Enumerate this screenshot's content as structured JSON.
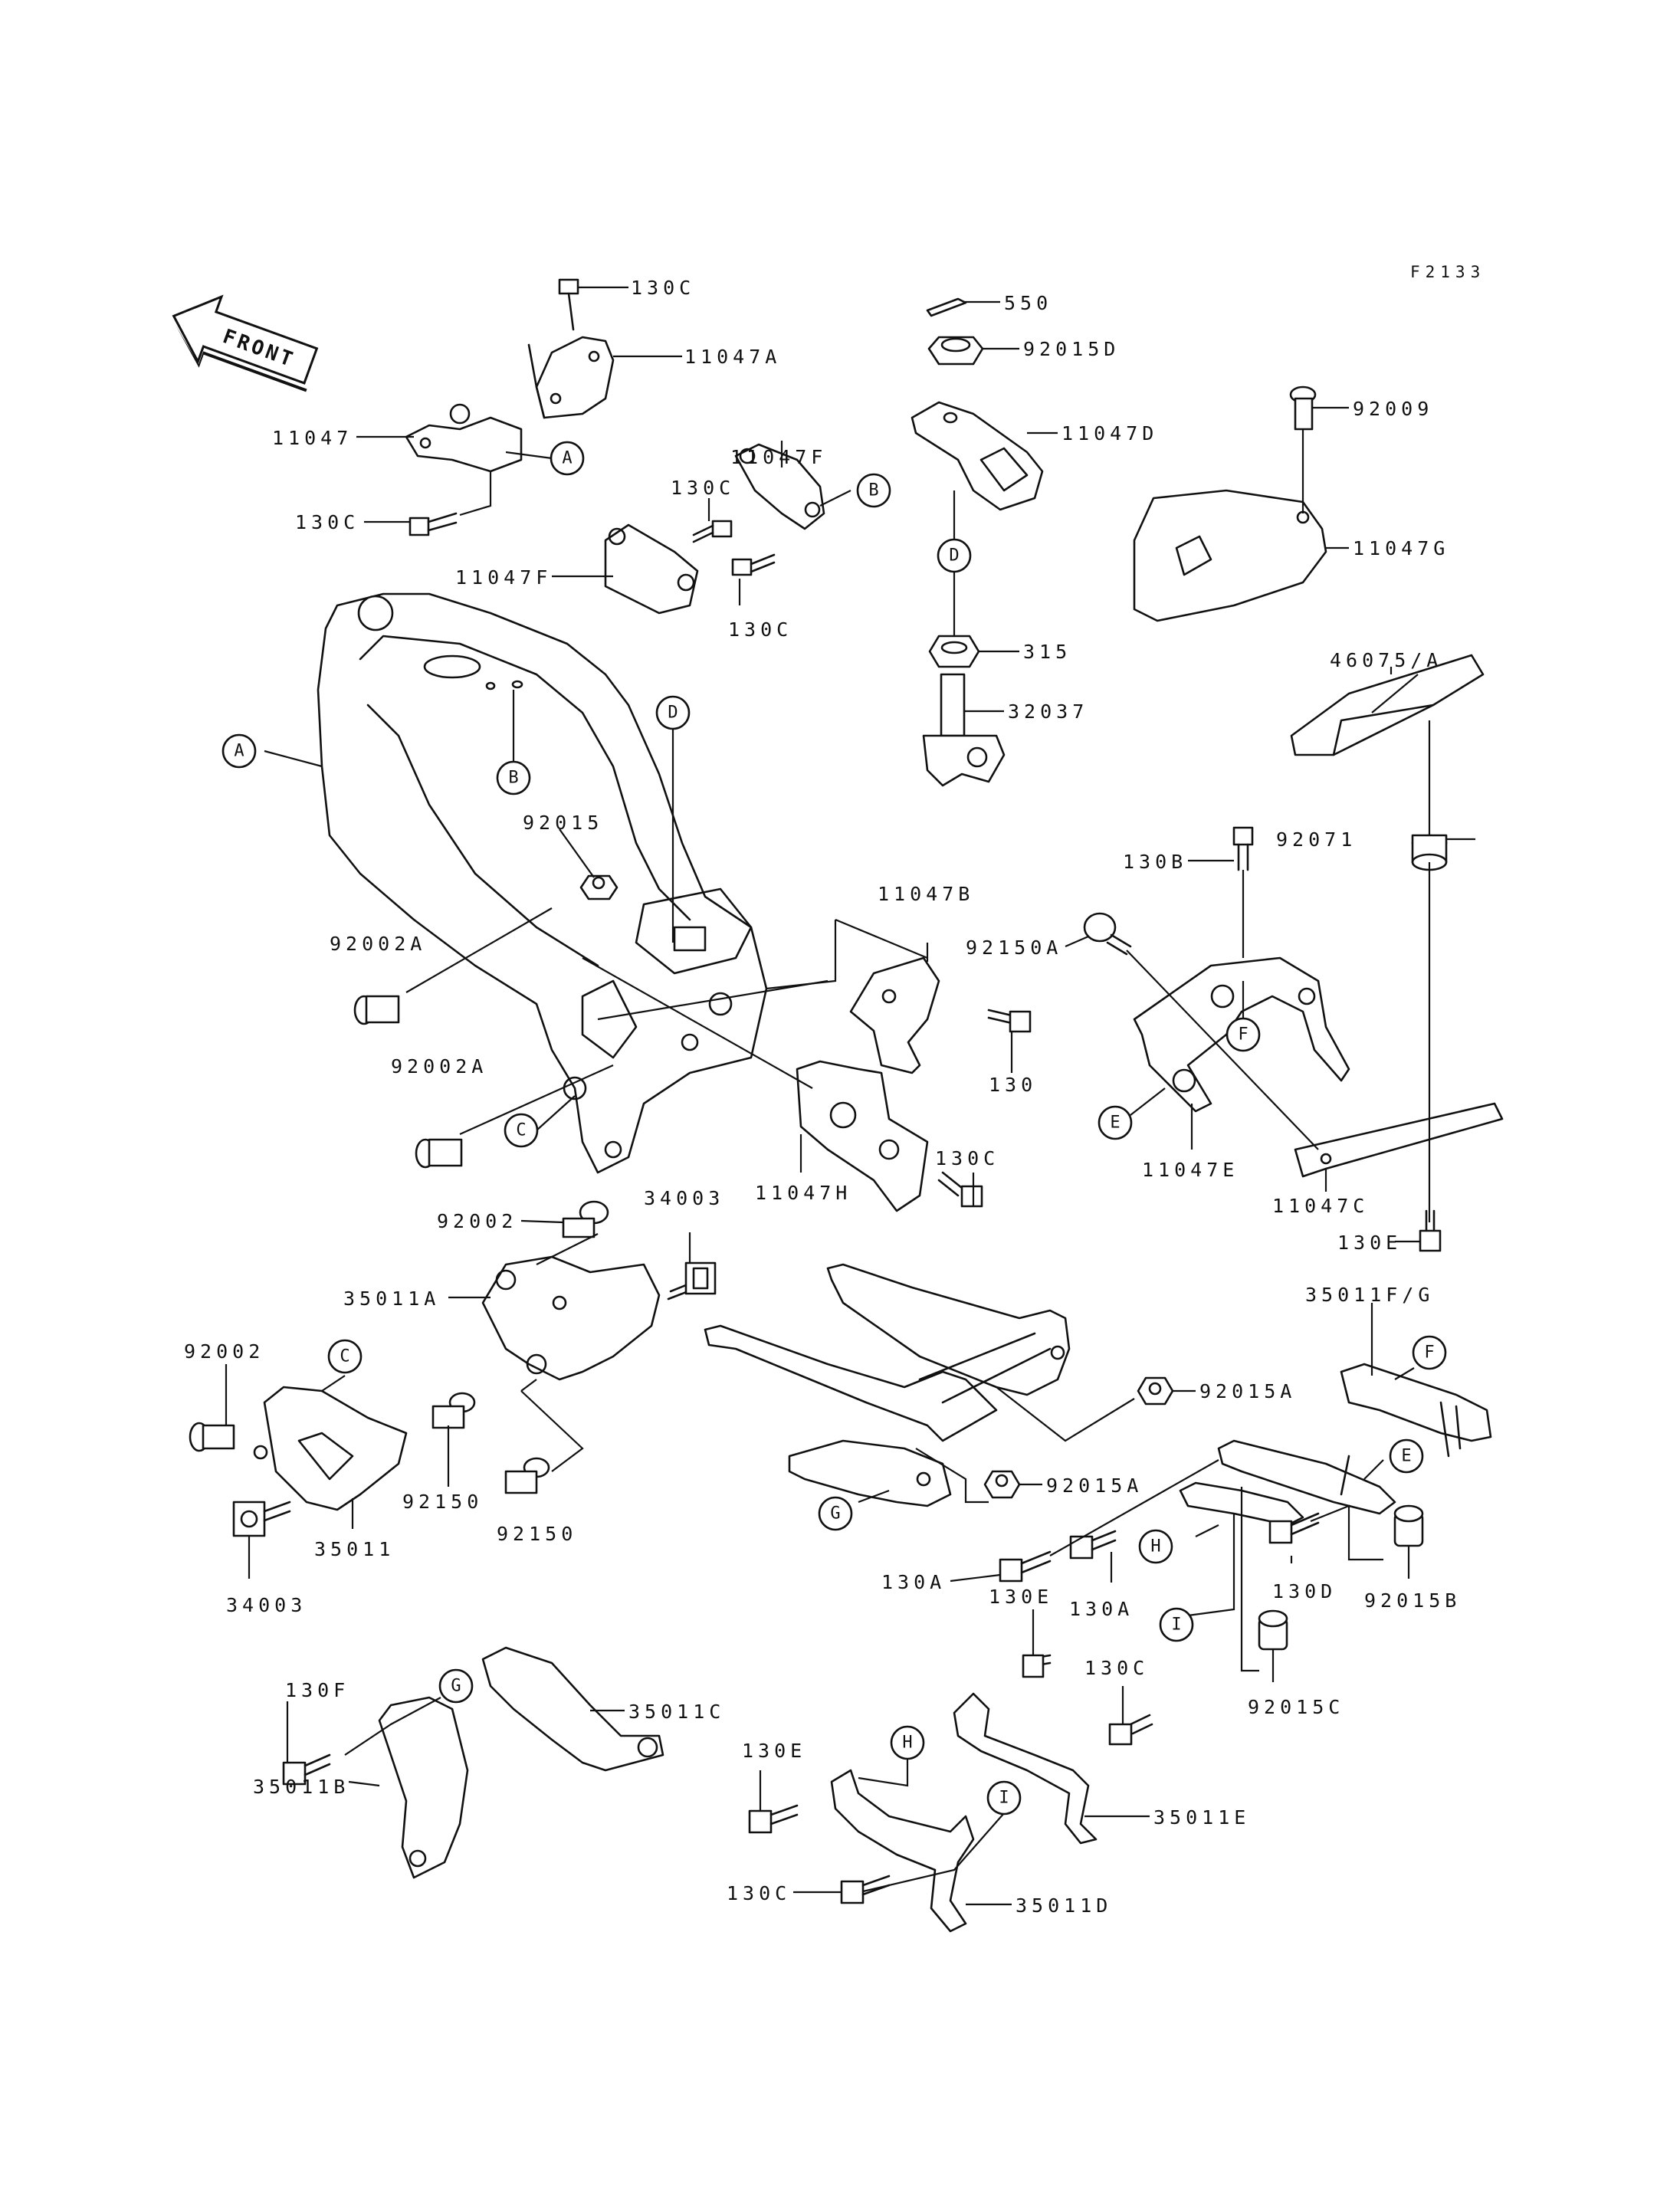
{
  "figure_id": "F2133",
  "front_arrow": {
    "label": "FRONT",
    "icon": "front-direction-arrow"
  },
  "callouts": {
    "A": "A",
    "B": "B",
    "C": "C",
    "D": "D",
    "E": "E",
    "F": "F",
    "G": "G",
    "H": "H",
    "I": "I"
  },
  "parts": {
    "p130c_top": "130C",
    "p11047a": "11047A",
    "p11047": "11047",
    "p130c_left": "130C",
    "p11047f_right": "11047F",
    "p130c_mid_top": "130C",
    "p11047f_left": "11047F",
    "p130c_mid_bot": "130C",
    "p550": "550",
    "p92015d": "92015D",
    "p11047d": "11047D",
    "p315": "315",
    "p32037": "32037",
    "p92009": "92009",
    "p11047g": "11047G",
    "p46075a": "46075/A",
    "p92015": "92015",
    "p92002a_top": "92002A",
    "p92002a_bot": "92002A",
    "p11047b": "11047B",
    "p130": "130",
    "p130c_frame": "130C",
    "p11047h": "11047H",
    "p92150a": "92150A",
    "p130b": "130B",
    "p92071": "92071",
    "p11047e": "11047E",
    "p11047c": "11047C",
    "p130e_right": "130E",
    "p92002": "92002",
    "p34003_top": "34003",
    "p35011a": "35011A",
    "p92002_left": "92002",
    "p92150_a": "92150",
    "p92150_b": "92150",
    "p35011": "35011",
    "p34003_bot": "34003",
    "p35011fg": "35011F/G",
    "p92015a_top": "92015A",
    "p92015a_bot": "92015A",
    "p130a_left": "130A",
    "p130a_right": "130A",
    "p130d": "130D",
    "p92015b": "92015B",
    "p92015c": "92015C",
    "p130f": "130F",
    "p35011c": "35011C",
    "p35011b": "35011B",
    "p130e_mid": "130E",
    "p130c_low": "130C",
    "p35011e": "35011E",
    "p130e_low": "130E",
    "p130c_bottom": "130C",
    "p35011d": "35011D"
  }
}
